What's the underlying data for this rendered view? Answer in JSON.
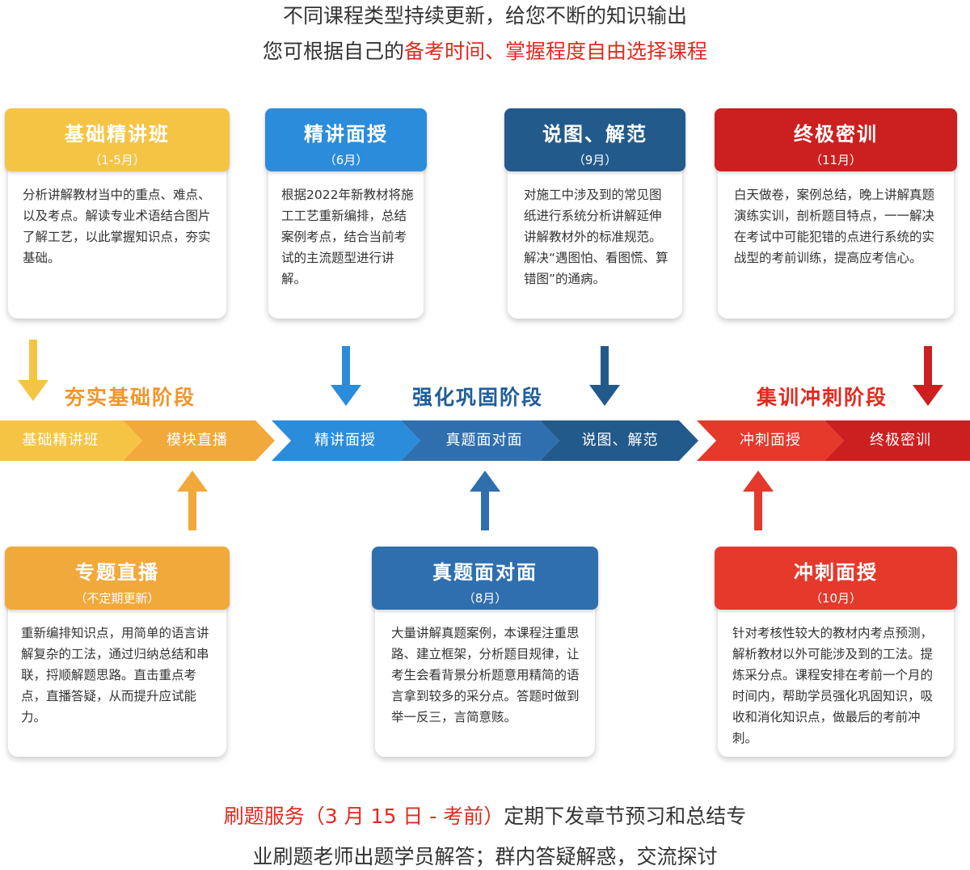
{
  "header": {
    "line1": "不同课程类型持续更新，给您不断的知识输出",
    "line2_prefix": "您可根据自己的",
    "line2_highlight": "备考时间、掌握程度自由选择课程"
  },
  "colors": {
    "yellow": "#f6c445",
    "orange": "#f2a93b",
    "blue": "#2b8cdb",
    "mid_blue": "#2f6fae",
    "dark_blue": "#235a8c",
    "red": "#e5392b",
    "dark_red": "#cc1f1f",
    "stage1_text": "#f0962c",
    "stage2_text": "#1f5d99",
    "stage3_text": "#e22a1f"
  },
  "top_cards": [
    {
      "title": "基础精讲班",
      "sub": "（1-5月）",
      "body": "分析讲解教材当中的重点、难点、以及考点。解读专业术语结合图片了解工艺，以此掌握知识点，夯实基础。"
    },
    {
      "title": "精讲面授",
      "sub": "（6月）",
      "body": "根据2022年新教材将施工工艺重新编排，总结案例考点，结合当前考试的主流题型进行讲解。"
    },
    {
      "title": "说图、解范",
      "sub": "（9月）",
      "body": "对施工中涉及到的常见图纸进行系统分析讲解延伸讲解教材外的标准规范。解决“遇图怕、看图慌、算错图”的通病。"
    },
    {
      "title": "终极密训",
      "sub": "（11月）",
      "body": "白天做卷，案例总结，晚上讲解真题演练实训，剖析题目特点，一一解决在考试中可能犯错的点进行系统的实战型的考前训练，提高应考信心。"
    }
  ],
  "stages": [
    {
      "title": "夯实基础阶段"
    },
    {
      "title": "强化巩固阶段"
    },
    {
      "title": "集训冲刺阶段"
    }
  ],
  "timeline": [
    "基础精讲班",
    "模块直播",
    "精讲面授",
    "真题面对面",
    "说图、解范",
    "冲刺面授",
    "终极密训"
  ],
  "bottom_cards": [
    {
      "title": "专题直播",
      "sub": "（不定期更新）",
      "body": "重新编排知识点，用简单的语言讲解复杂的工法，通过归纳总结和串联，捋顺解题思路。直击重点考点，直播答疑，从而提升应试能力。"
    },
    {
      "title": "真题面对面",
      "sub": "（8月）",
      "body": "大量讲解真题案例，本课程注重思路、建立框架，分析题目规律，让考生会看背景分析题意用精简的语言拿到较多的采分点。答题时做到举一反三，言简意赅。"
    },
    {
      "title": "冲刺面授",
      "sub": "（10月）",
      "body": "针对考核性较大的教材内考点预测，解析教材以外可能涉及到的工法。提炼采分点。课程安排在考前一个月的时间内，帮助学员强化巩固知识，吸收和消化知识点，做最后的考前冲刺。"
    }
  ],
  "footer": {
    "highlight": "刷题服务（3 月 15 日 - 考前）",
    "line1_rest": "定期下发章节预习和总结专",
    "line2": "业刷题老师出题学员解答；群内答疑解惑，交流探讨"
  }
}
